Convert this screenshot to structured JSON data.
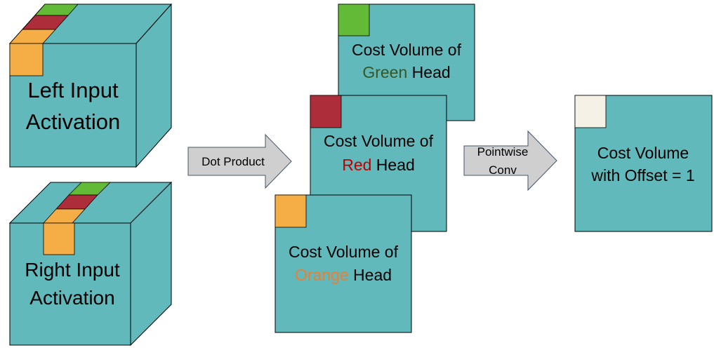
{
  "colors": {
    "teal": "#62B9BB",
    "green": "#62BA37",
    "red": "#AD2E3A",
    "orange": "#F5AD46",
    "cream": "#F5F1E6",
    "arrow": "#CFCFCF",
    "green_text": "#375623",
    "red_text": "#C00000",
    "orange_text": "#ED7D31"
  },
  "left_cube": {
    "line1": "Left Input",
    "line2": "Activation"
  },
  "right_cube": {
    "line1": "Right Input",
    "line2": "Activation"
  },
  "arrow_dot": {
    "label": "Dot Product"
  },
  "arrow_conv": {
    "line1": "Pointwise",
    "line2": "Conv"
  },
  "green_volume": {
    "line1": "Cost Volume of",
    "word": "Green",
    "rest": " Head"
  },
  "red_volume": {
    "line1": "Cost Volume of",
    "word": "Red",
    "rest": " Head"
  },
  "orange_volume": {
    "line1": "Cost Volume of",
    "word": "Orange",
    "rest": " Head"
  },
  "output_volume": {
    "line1": "Cost Volume",
    "line2": "with Offset = 1"
  }
}
